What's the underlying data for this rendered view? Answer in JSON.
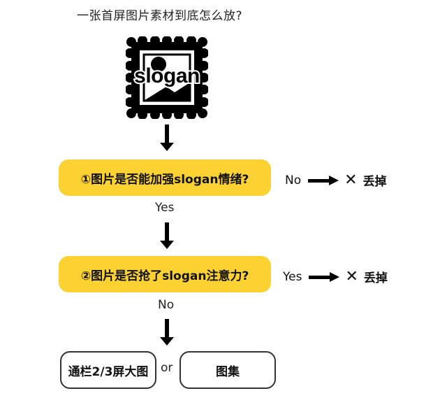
{
  "title": "一张首屏图片素材到底怎么放?",
  "logo": {
    "icon": "stamp-image-icon",
    "text": "slogan"
  },
  "steps": [
    {
      "question": "①图片是否能加强slogan情绪?",
      "pass_label": "Yes",
      "reject_label": "No",
      "reject_icon": "cross-icon",
      "reject_action": "丢掉"
    },
    {
      "question": "②图片是否抢了slogan注意力?",
      "pass_label": "No",
      "reject_label": "Yes",
      "reject_icon": "cross-icon",
      "reject_action": "丢掉"
    }
  ],
  "outcomes": {
    "option_a": "通栏2/3屏大图",
    "connector": "or",
    "option_b": "图集"
  },
  "colors": {
    "decision_fill": "#fbd231",
    "outcome_border": "#333333",
    "ink": "#111111"
  }
}
